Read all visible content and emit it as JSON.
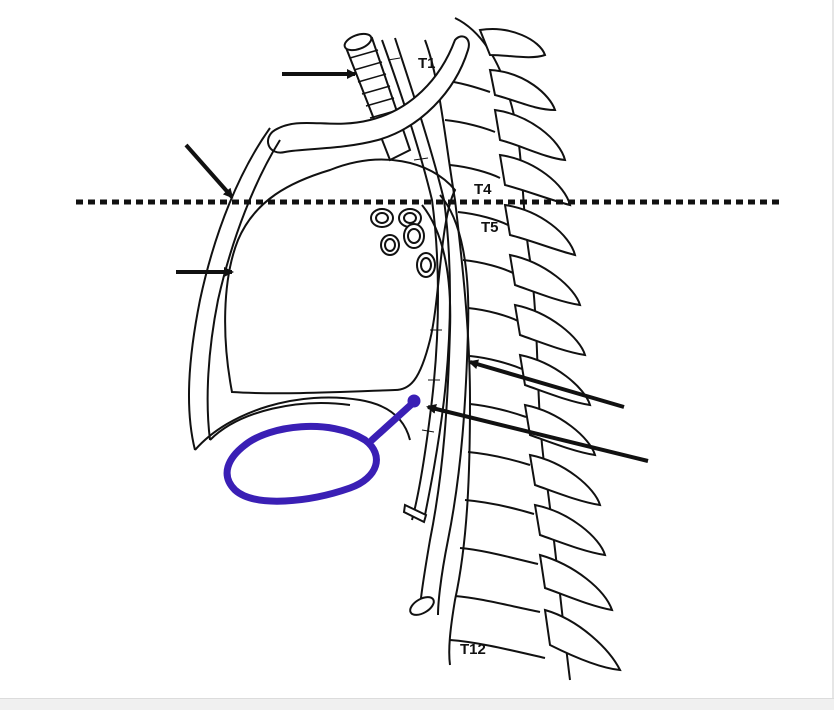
{
  "figure": {
    "labels": {
      "t1": "T1",
      "t4": "T4",
      "t5": "T5",
      "t12": "T12"
    },
    "colors": {
      "line": "#111111",
      "annotation": "#3a1fb5",
      "background": "#ffffff"
    }
  }
}
